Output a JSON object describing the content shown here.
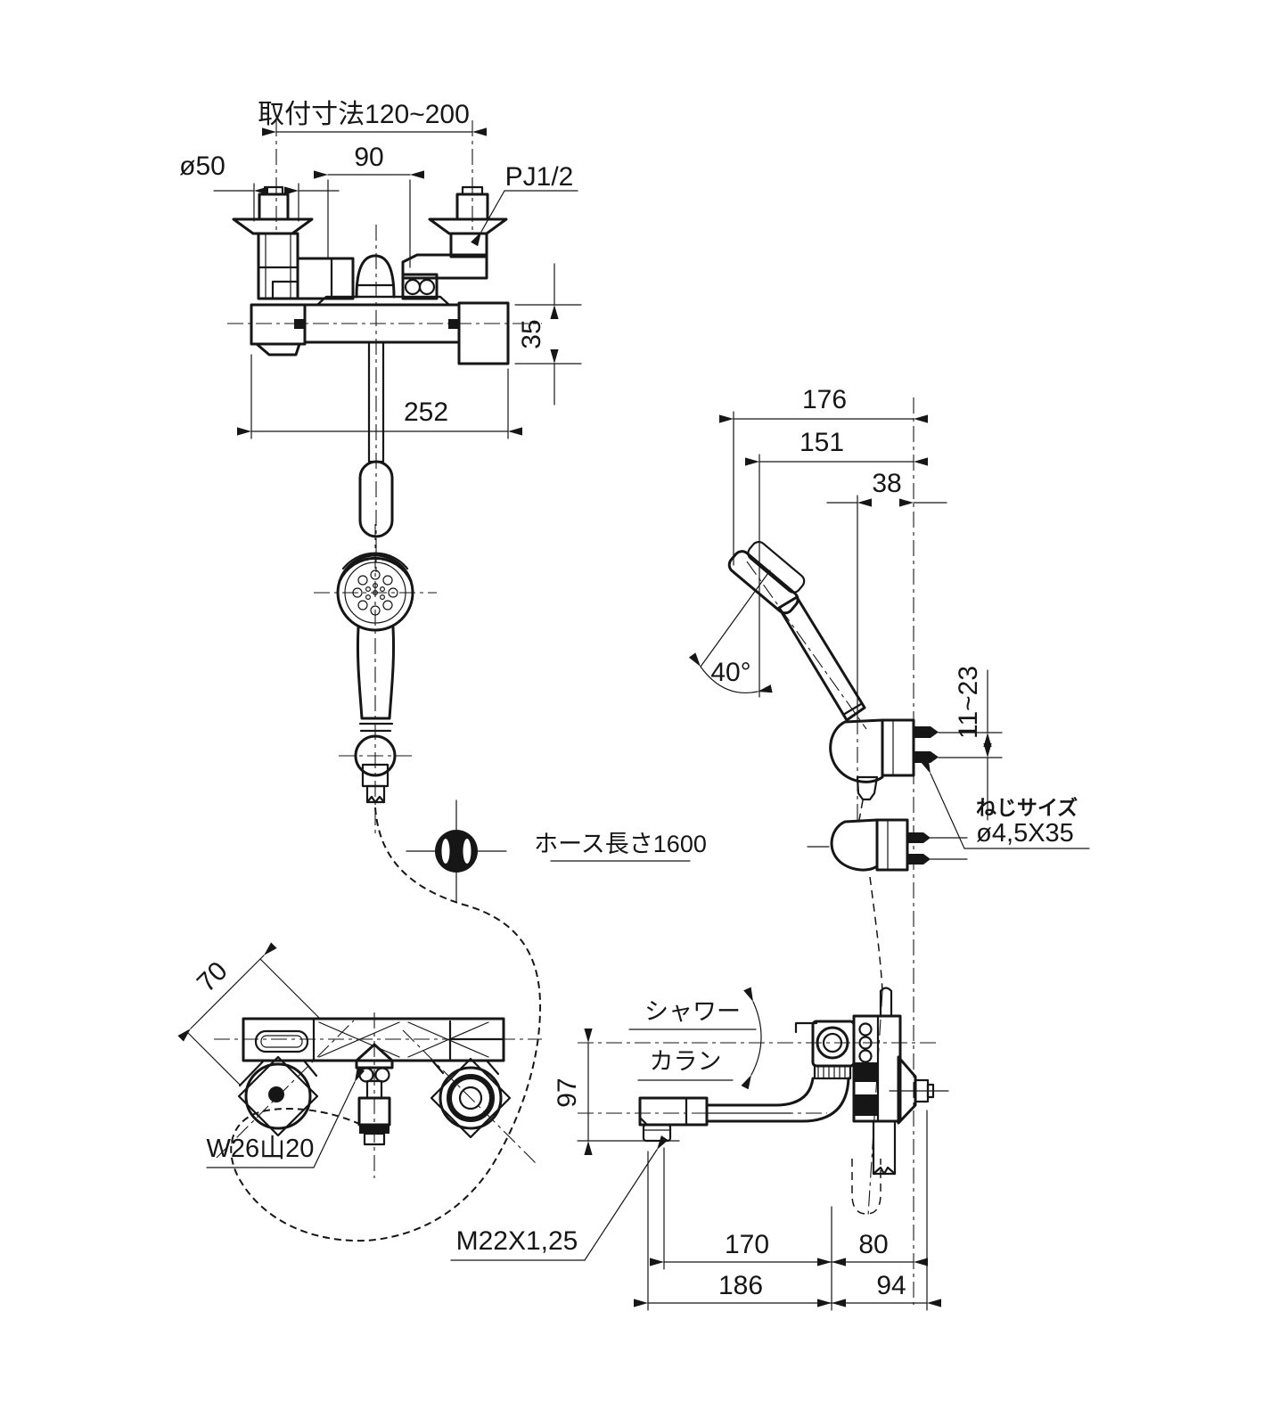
{
  "page": {
    "background": "#ffffff",
    "line_color": "#161616",
    "type": "technical-drawing"
  },
  "front_view": {
    "dim_mounting_pitch": "取付寸法120~200",
    "dim_handle_span": "90",
    "dim_flange_dia": "ø50",
    "inlet_thread": "PJ1/2",
    "dim_cap_height": "35",
    "dim_overall_width": "252"
  },
  "hanger_view": {
    "dim_overall_depth": "176",
    "dim_head_reach": "151",
    "dim_hanger_offset": "38",
    "head_angle": "40°",
    "dim_screw_projection": "11~23",
    "screw_note_title": "ねじサイズ",
    "screw_note_value": "ø4,5X35"
  },
  "hose": {
    "length_note": "ホース長さ1600"
  },
  "top_view": {
    "dim_body_depth": "70",
    "hose_thread": "W26山20"
  },
  "side_view": {
    "label_shower": "シャワー",
    "label_faucet": "カラン",
    "dim_spout_height": "97",
    "spout_thread": "M22X1,25",
    "dim_spout_reach": "170",
    "dim_wall_clearance": "80",
    "dim_spout_reach_total": "186",
    "dim_wall_total": "94"
  }
}
